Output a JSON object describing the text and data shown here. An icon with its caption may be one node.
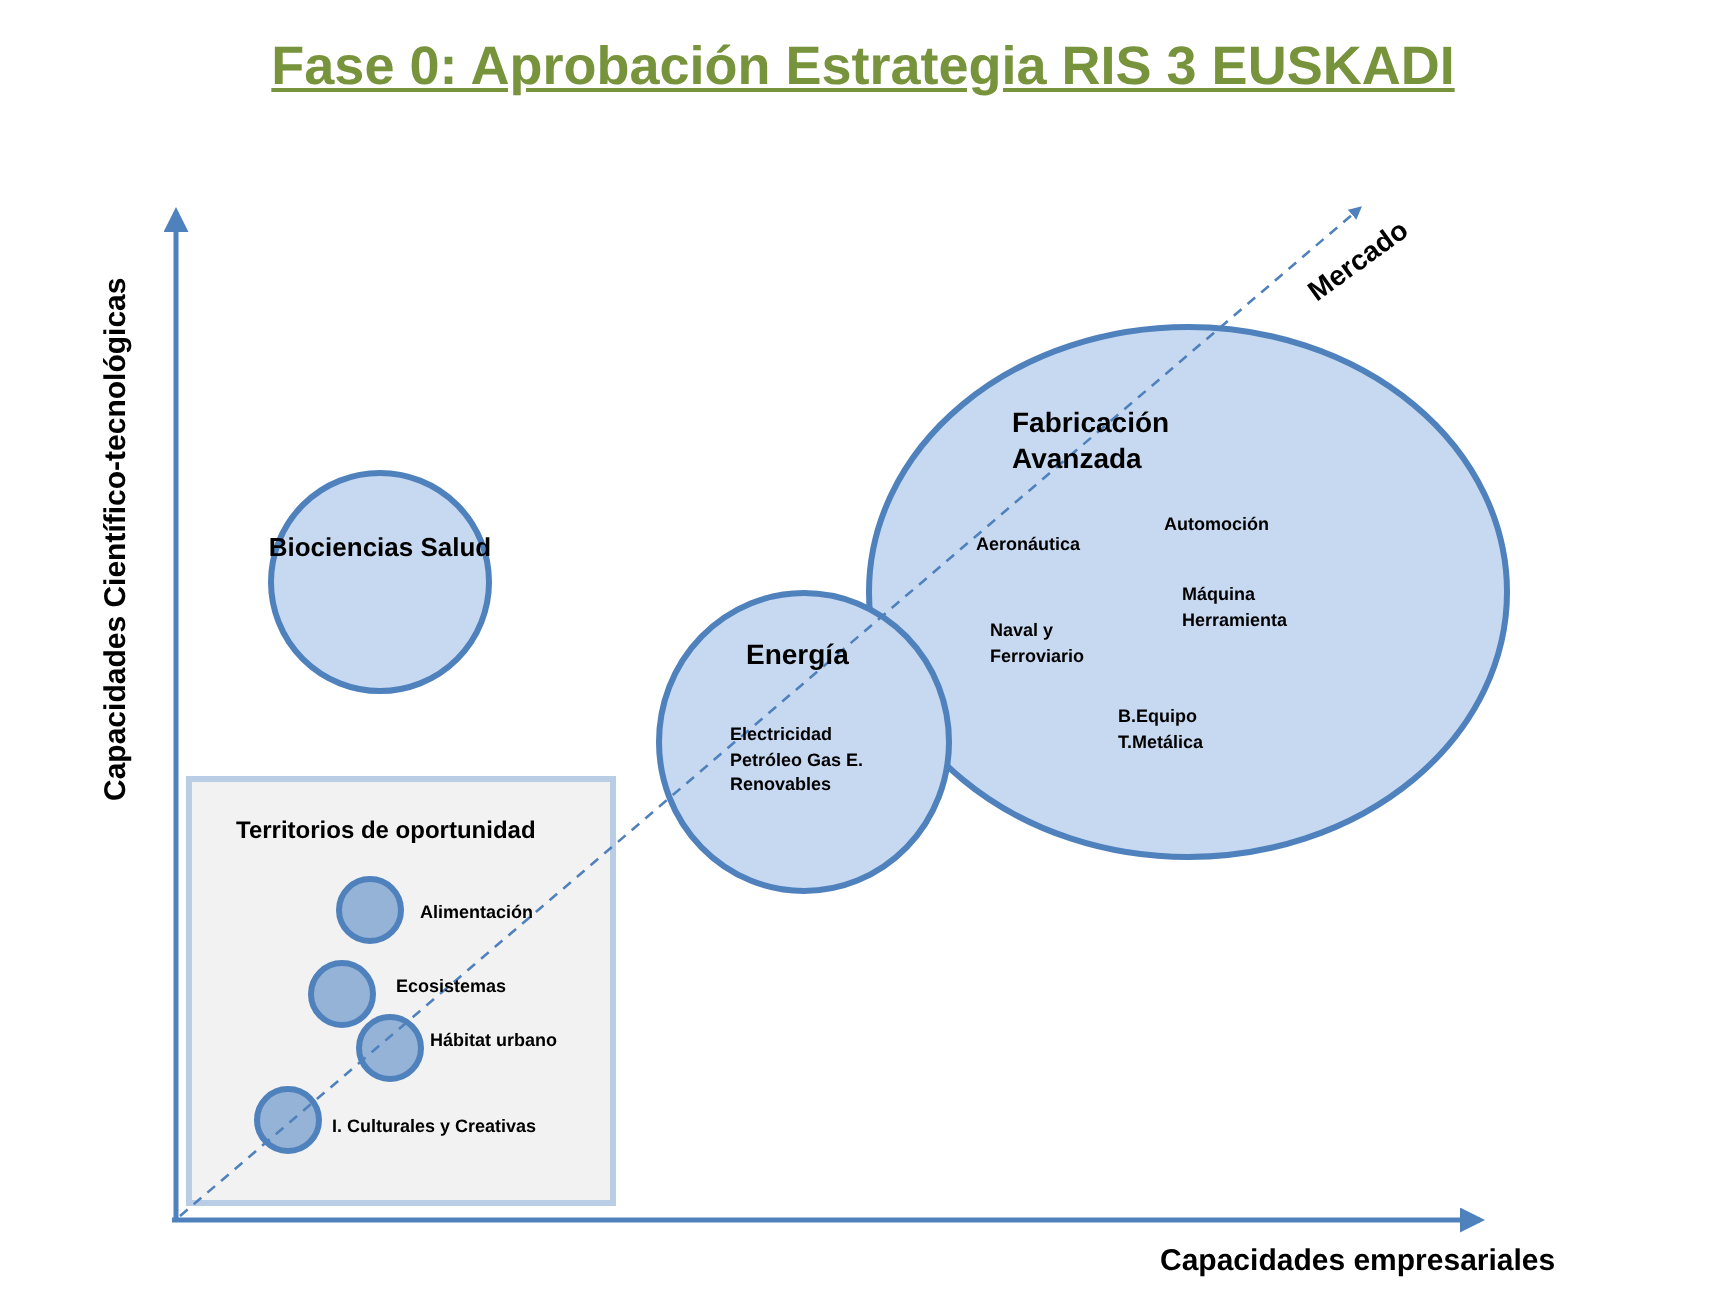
{
  "diagram": {
    "title": "Fase 0: Aprobación Estrategia RIS 3 EUSKADI",
    "nodes": [
      {
        "text": [
          "Fabricación Avanzada",
          "Aeronáutica",
          "Automoción",
          "Naval y Ferroviario",
          "Máquina Herramienta",
          "B.Equipo T.Metálica"
        ]
      },
      {
        "text": [
          "Biociencias Salud"
        ]
      },
      {
        "text": [
          "Energía",
          "Electricidad Petróleo Gas E. Renovables"
        ]
      },
      {
        "text": [
          "Territorios de oportunidad"
        ]
      },
      {
        "text": [],
        "shape": "circle",
        "in": 3,
        "beside": [
          "Alimentación"
        ]
      },
      {
        "text": [],
        "shape": "circle",
        "in": 3,
        "beside": [
          "Ecosistemas"
        ]
      },
      {
        "text": [],
        "shape": "circle",
        "in": 3,
        "beside": [
          "Hábitat urbano"
        ]
      },
      {
        "text": [],
        "shape": "circle",
        "in": 3,
        "beside": [
          "I. Culturales y Creativas"
        ]
      }
    ],
    "edges": [],
    "labels": [
      "Mercado",
      "Capacidades Científico-tecnológicas",
      "Capacidades empresariales"
    ]
  }
}
